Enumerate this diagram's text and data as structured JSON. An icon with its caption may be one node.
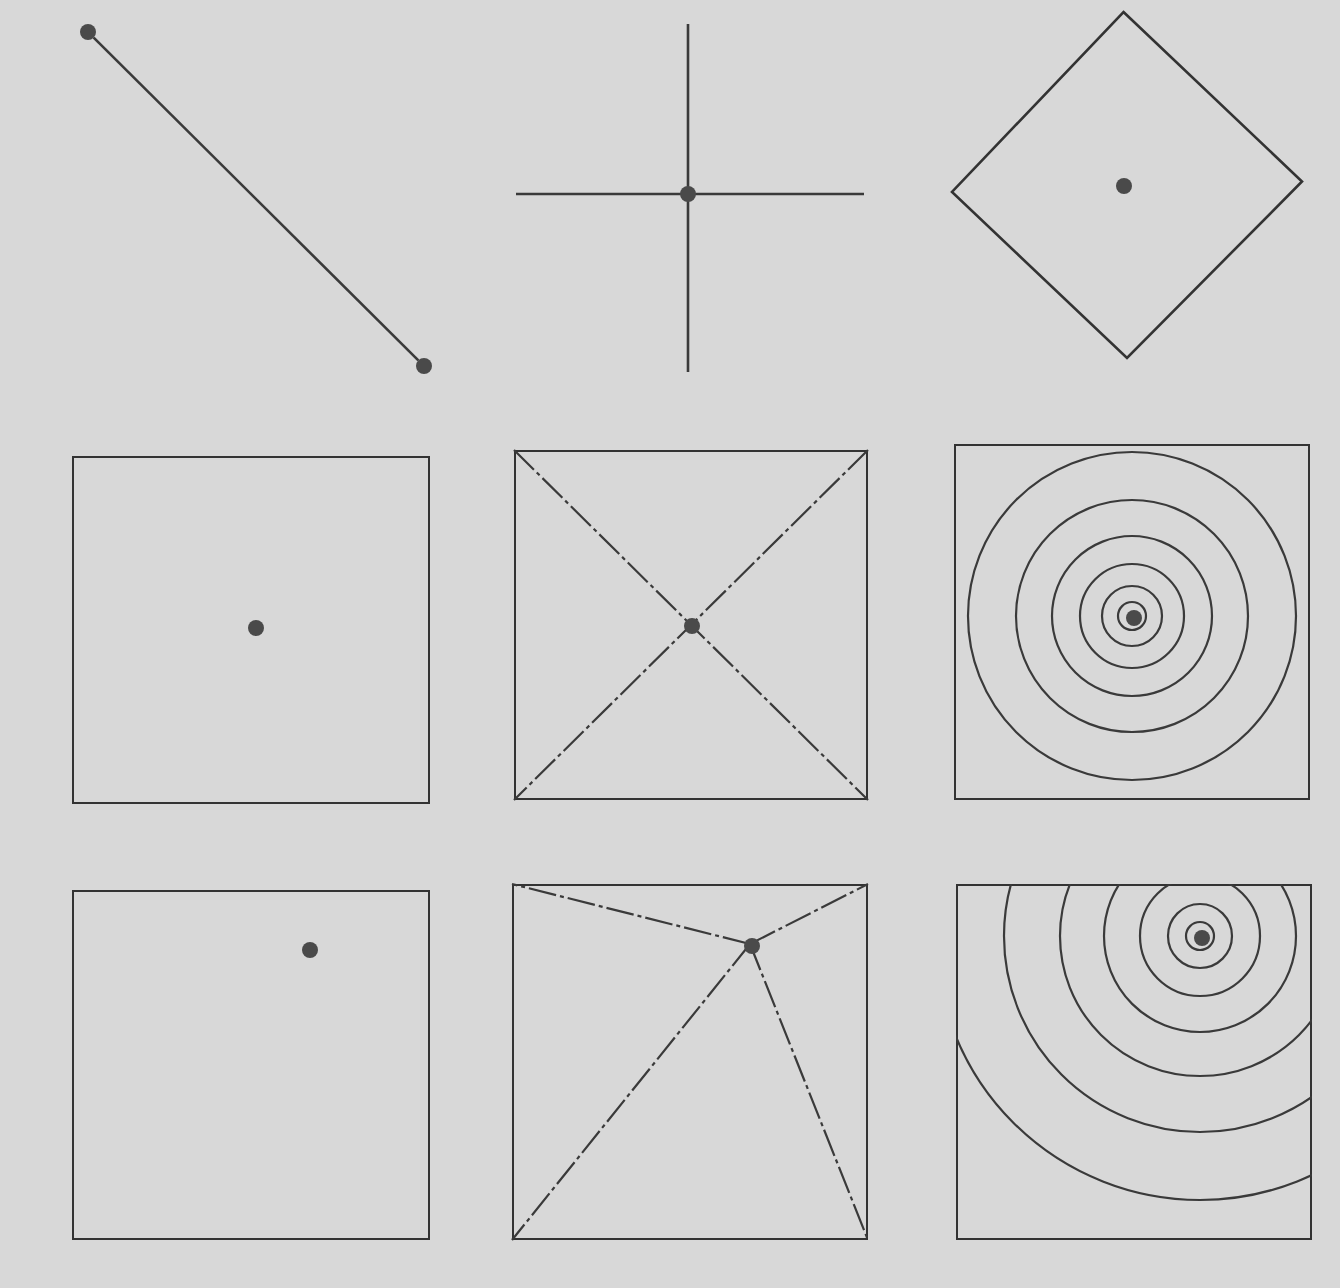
{
  "diagram": {
    "nodes": [
      {
        "text": [],
        "shape": "circle"
      },
      {
        "text": [],
        "shape": "circle"
      },
      {
        "text": [],
        "shape": "circle"
      },
      {
        "text": [],
        "shape": "diamond"
      },
      {
        "text": [],
        "shape": "circle",
        "in": 3
      },
      {
        "text": [],
        "shape": "box"
      },
      {
        "text": [],
        "shape": "circle",
        "in": 5
      },
      {
        "text": [],
        "shape": "box"
      },
      {
        "text": [],
        "shape": "circle",
        "in": 7
      },
      {
        "text": [],
        "shape": "box"
      },
      {
        "text": [],
        "shape": "circle",
        "in": 9
      },
      {
        "text": [],
        "shape": "box"
      },
      {
        "text": [],
        "shape": "circle",
        "in": 11
      },
      {
        "text": [],
        "shape": "box"
      },
      {
        "text": [],
        "shape": "circle",
        "in": 13
      },
      {
        "text": [],
        "shape": "box"
      },
      {
        "text": [],
        "shape": "circle",
        "in": 15
      }
    ],
    "edges": [
      {
        "from": 0,
        "to": 1,
        "arrow": "none"
      }
    ]
  }
}
